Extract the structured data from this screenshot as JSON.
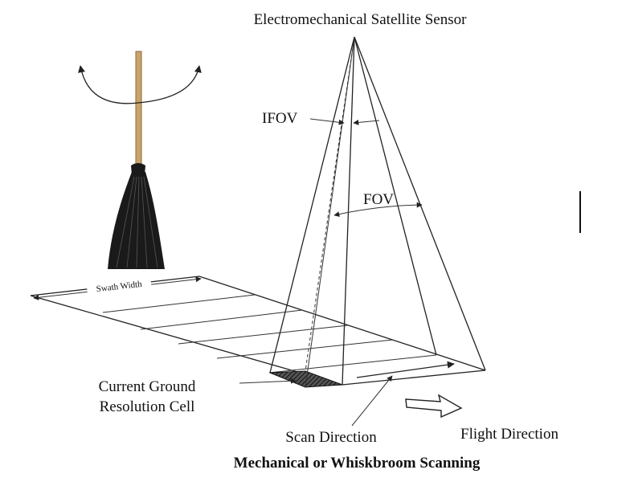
{
  "title": "Electromechanical Satellite Sensor",
  "labels": {
    "ifov": "IFOV",
    "fov": "FOV",
    "swath_width": "Swath Width",
    "current_cell_line1": "Current Ground",
    "current_cell_line2": "Resolution Cell",
    "scan_direction": "Scan Direction",
    "flight_direction": "Flight Direction"
  },
  "caption": "Mechanical or Whiskbroom Scanning",
  "colors": {
    "ink": "#222222",
    "broom_handle": "#c9a46a",
    "broom_bristles": "#1a1a1a"
  },
  "icons": [
    "broom-icon",
    "rotation-arrow-icon",
    "flight-direction-arrow-icon"
  ]
}
